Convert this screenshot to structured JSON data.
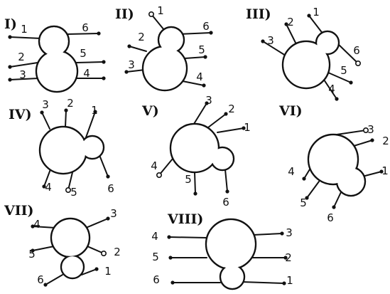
{
  "diagrams": [
    {
      "id": "I",
      "label": "I)",
      "leg_labels": [
        "1",
        "2",
        "3",
        "4",
        "5",
        "6"
      ]
    },
    {
      "id": "II",
      "label": "II)",
      "leg_labels": [
        "1",
        "2",
        "3",
        "4",
        "5",
        "6"
      ]
    },
    {
      "id": "III",
      "label": "III)",
      "leg_labels": [
        "1",
        "2",
        "3",
        "4",
        "5",
        "6"
      ]
    },
    {
      "id": "IV",
      "label": "IV)",
      "leg_labels": [
        "1",
        "2",
        "3",
        "4",
        "5",
        "6"
      ]
    },
    {
      "id": "V",
      "label": "V)",
      "leg_labels": [
        "1",
        "2",
        "3",
        "4",
        "5",
        "6"
      ]
    },
    {
      "id": "VI",
      "label": "VI)",
      "leg_labels": [
        "1",
        "2",
        "3",
        "4",
        "5",
        "6"
      ]
    },
    {
      "id": "VII",
      "label": "VII)",
      "leg_labels": [
        "1",
        "2",
        "3",
        "4",
        "5",
        "6"
      ]
    },
    {
      "id": "VIII",
      "label": "VIII)",
      "leg_labels": [
        "1",
        "2",
        "3",
        "4",
        "5",
        "6"
      ]
    }
  ],
  "colors": {
    "ink": "#111111",
    "paper": "#ffffff"
  }
}
